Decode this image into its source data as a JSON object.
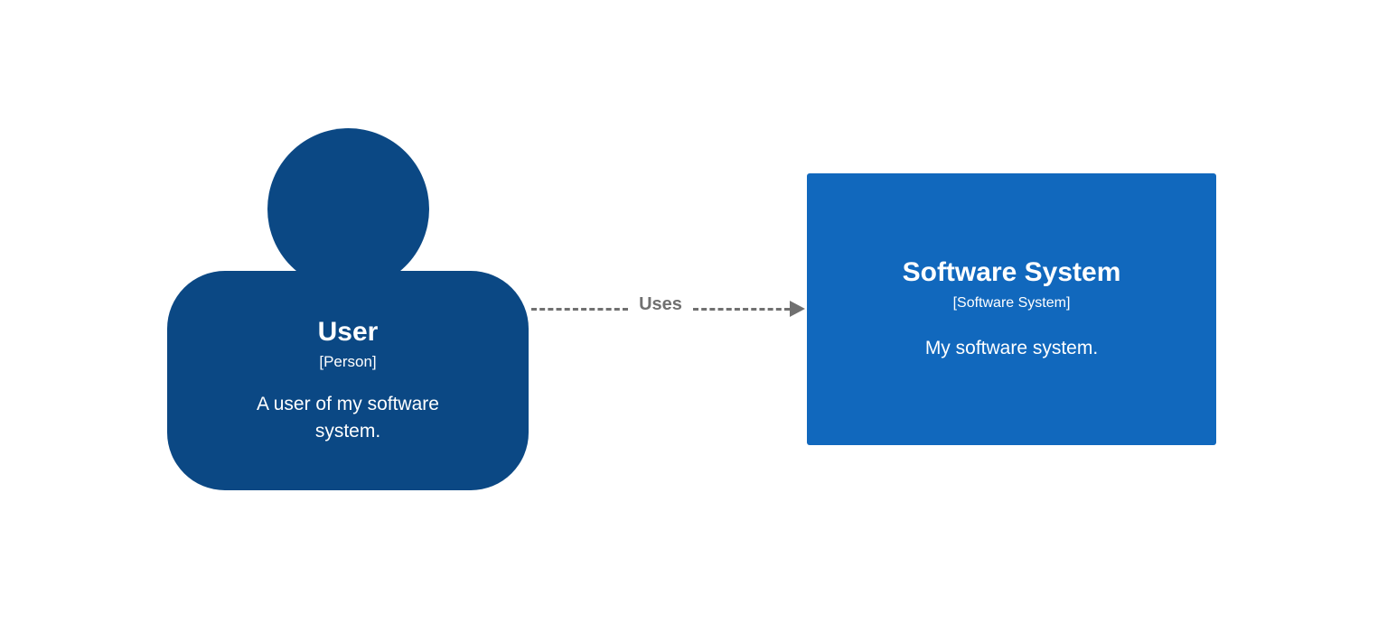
{
  "diagram": {
    "person": {
      "name": "User",
      "type": "[Person]",
      "description": "A user of my software system."
    },
    "relationship": {
      "label": "Uses"
    },
    "system": {
      "name": "Software System",
      "type": "[Software System]",
      "description": "My software system."
    },
    "colors": {
      "person_fill": "#0b4884",
      "system_fill": "#1168bd",
      "arrow": "#707070",
      "label_text": "#ffffff",
      "background": "#ffffff"
    }
  }
}
